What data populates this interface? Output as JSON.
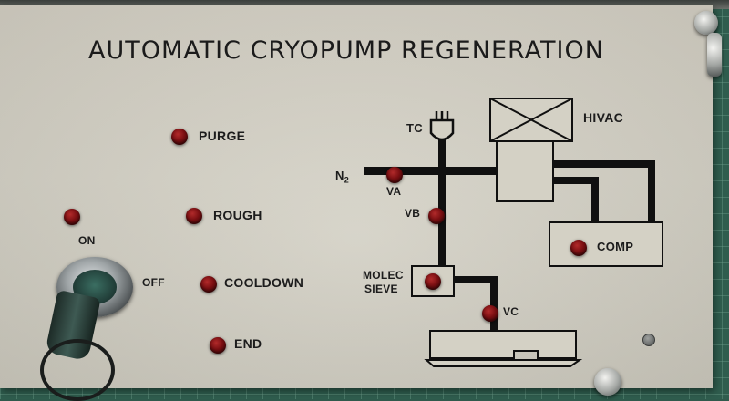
{
  "panel": {
    "title": "AUTOMATIC CRYOPUMP REGENERATION"
  },
  "left_controls": {
    "purge": "PURGE",
    "rough": "ROUGH",
    "cooldown": "COOLDOWN",
    "end": "END",
    "on": "ON",
    "off": "OFF"
  },
  "diagram": {
    "tc": "TC",
    "hivac": "HIVAC",
    "n2": "N",
    "n2_sub": "2",
    "va": "VA",
    "vb": "VB",
    "vc": "VC",
    "comp": "COMP",
    "molec": "MOLEC",
    "sieve": "SIEVE"
  },
  "colors": {
    "panel": "#d4d1c5",
    "led": "#7a0f12",
    "line": "#101010",
    "mat": "#2f5d4e"
  }
}
